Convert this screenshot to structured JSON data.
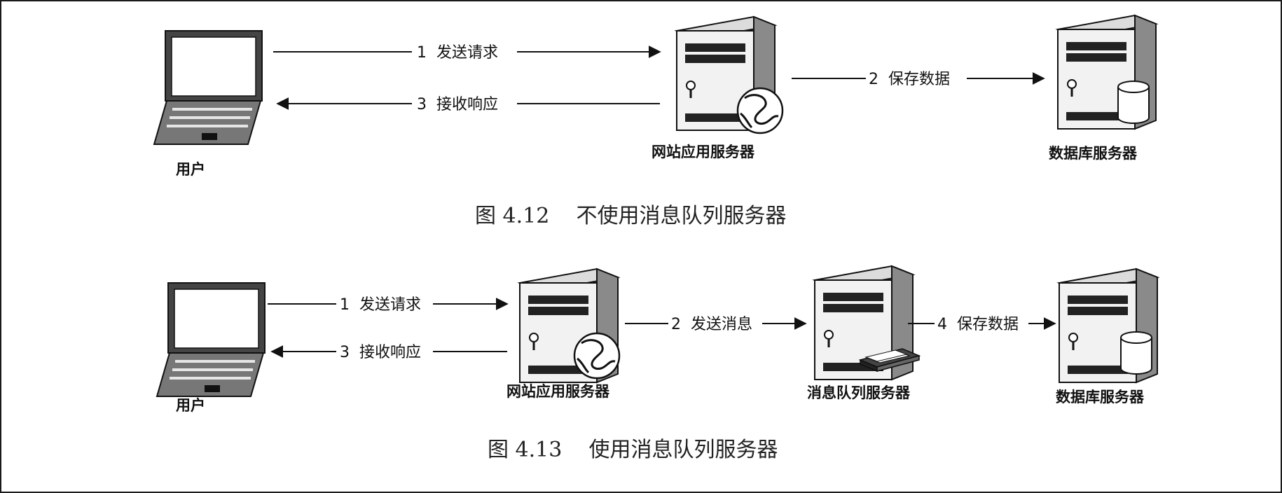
{
  "figure1": {
    "nodes": {
      "user": "用户",
      "web_server": "网站应用服务器",
      "db_server": "数据库服务器"
    },
    "arrows": {
      "send_request": "1  发送请求",
      "receive_response": "3  接收响应",
      "save_data": "2  保存数据"
    },
    "caption": "图 4.12    不使用消息队列服务器"
  },
  "figure2": {
    "nodes": {
      "user": "用户",
      "web_server": "网站应用服务器",
      "mq_server": "消息队列服务器",
      "db_server": "数据库服务器"
    },
    "arrows": {
      "send_request": "1  发送请求",
      "receive_response": "3  接收响应",
      "send_message": "2  发送消息",
      "save_data": "4  保存数据"
    },
    "caption": "图 4.13    使用消息队列服务器"
  },
  "icons": [
    "laptop-icon",
    "server-icon",
    "globe-icon",
    "database-cylinder-icon",
    "message-tray-icon"
  ],
  "colors": {
    "line": "#111111",
    "server_body": "#f2f2f2",
    "screen": "#ffffff"
  }
}
